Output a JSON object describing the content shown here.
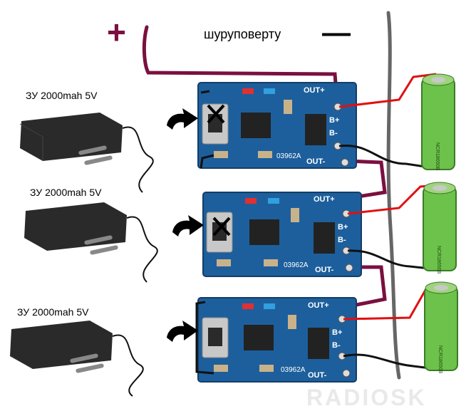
{
  "labels": {
    "plus": "+",
    "minus": "—",
    "driver": "шуруповерту"
  },
  "chargers": [
    {
      "label": "ЗУ 2000mah 5V"
    },
    {
      "label": "ЗУ 2000mah 5V"
    },
    {
      "label": "ЗУ 2000mah 5V"
    }
  ],
  "modules": [
    {
      "chip_label": "03962A",
      "out_plus": "OUT+",
      "out_minus": "OUT-",
      "b_plus": "B+",
      "b_minus": "B-",
      "crossed": true
    },
    {
      "chip_label": "03962A",
      "out_plus": "OUT+",
      "out_minus": "OUT-",
      "b_plus": "B+",
      "b_minus": "B-",
      "crossed": true
    },
    {
      "chip_label": "03962A",
      "out_plus": "OUT+",
      "out_minus": "OUT-",
      "b_plus": "B+",
      "b_minus": "B-",
      "crossed": false
    }
  ],
  "battery_text": "NCR18650B",
  "watermark": "RADIOSK",
  "colors": {
    "pcb": "#1d5f9c",
    "wire_plus": "#7a1040",
    "wire_red": "#e01010",
    "wire_gray": "#666666",
    "battery": "#6cc24a"
  }
}
